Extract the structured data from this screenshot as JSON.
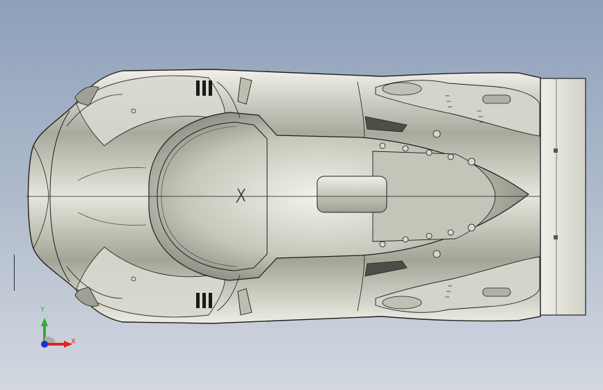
{
  "viewport": {
    "background_top": "#8ea0bb",
    "background_bottom": "#d3d8e0"
  },
  "model": {
    "subject": "race-car-top-view",
    "body_color": "#c9c9bd",
    "edge_color": "#1e1e1e"
  },
  "triad": {
    "x_label": "X",
    "y_label": "Y",
    "x_color": "#e0221c",
    "y_color": "#2fae2f",
    "z_color": "#2030d8"
  }
}
